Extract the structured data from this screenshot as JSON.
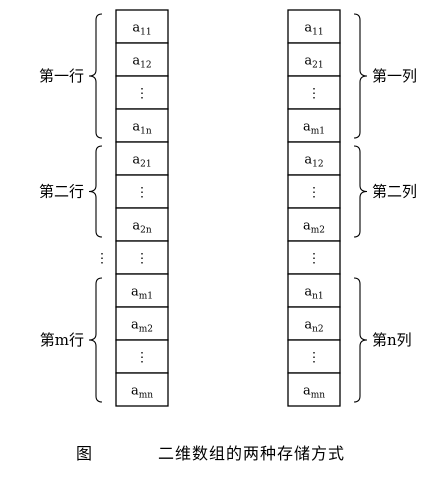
{
  "row_major": {
    "cells": [
      {
        "base": "a",
        "sub": "11"
      },
      {
        "base": "a",
        "sub": "12"
      },
      {
        "base": "⋮",
        "sub": ""
      },
      {
        "base": "a",
        "sub": "1n"
      },
      {
        "base": "a",
        "sub": "21"
      },
      {
        "base": "⋮",
        "sub": ""
      },
      {
        "base": "a",
        "sub": "2n"
      },
      {
        "base": "⋮",
        "sub": ""
      },
      {
        "base": "a",
        "sub": "m1"
      },
      {
        "base": "a",
        "sub": "m2"
      },
      {
        "base": "⋮",
        "sub": ""
      },
      {
        "base": "a",
        "sub": "mn"
      }
    ],
    "groups": [
      {
        "label": "第一行",
        "start": 0,
        "end": 3
      },
      {
        "label": "第二行",
        "start": 4,
        "end": 6
      },
      {
        "label": "第m行",
        "start": 8,
        "end": 11
      }
    ],
    "gap_mark": "⋮"
  },
  "column_major": {
    "cells": [
      {
        "base": "a",
        "sub": "11"
      },
      {
        "base": "a",
        "sub": "21"
      },
      {
        "base": "⋮",
        "sub": ""
      },
      {
        "base": "a",
        "sub": "m1"
      },
      {
        "base": "a",
        "sub": "12"
      },
      {
        "base": "⋮",
        "sub": ""
      },
      {
        "base": "a",
        "sub": "m2"
      },
      {
        "base": "⋮",
        "sub": ""
      },
      {
        "base": "a",
        "sub": "n1"
      },
      {
        "base": "a",
        "sub": "n2"
      },
      {
        "base": "⋮",
        "sub": ""
      },
      {
        "base": "a",
        "sub": "mn"
      }
    ],
    "groups": [
      {
        "label": "第一列",
        "start": 0,
        "end": 3
      },
      {
        "label": "第二列",
        "start": 4,
        "end": 6
      },
      {
        "label": "第n列",
        "start": 8,
        "end": 11
      }
    ]
  },
  "caption": {
    "figure": "图",
    "title": "二维数组的两种存储方式"
  }
}
